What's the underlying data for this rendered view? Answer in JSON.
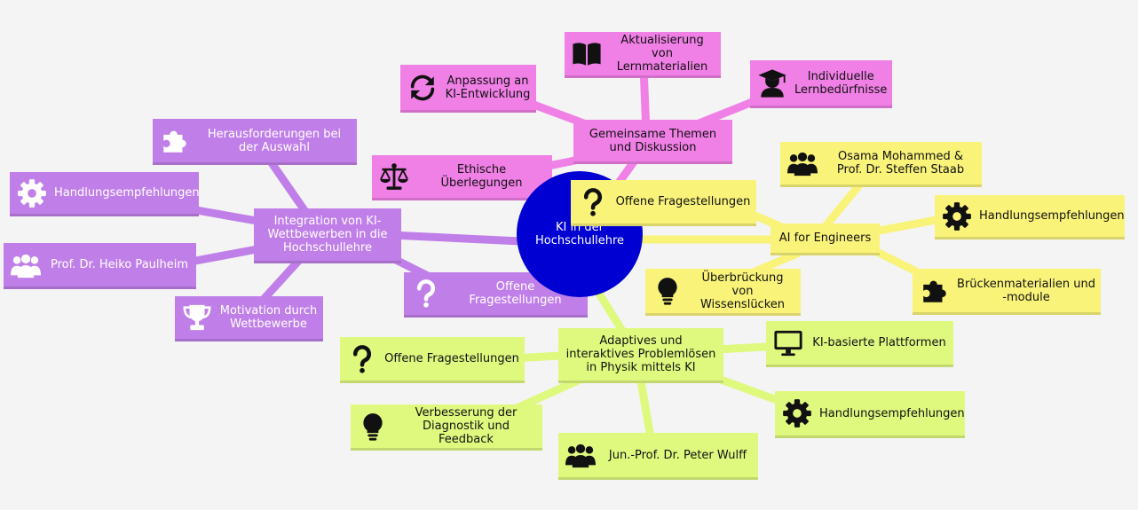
{
  "center": {
    "label": "KI in der Hochschullehre"
  },
  "colors": {
    "center": "#0000d2",
    "pink": "#f07fe6",
    "purple": "#c07fe8",
    "yellow": "#f9f37a",
    "green": "#dff97f"
  },
  "branches": {
    "pink": {
      "hub": "Gemeinsame Themen und Diskussion",
      "children": [
        {
          "label": "Anpassung an KI-Entwicklung",
          "icon": "refresh-icon"
        },
        {
          "label": "Aktualisierung von Lernmaterialien",
          "icon": "book-icon"
        },
        {
          "label": "Individuelle Lernbedürfnisse",
          "icon": "graduate-icon"
        },
        {
          "label": "Ethische Überlegungen",
          "icon": "scales-icon"
        }
      ]
    },
    "purple": {
      "hub": "Integration von KI-Wettbewerben in die Hochschullehre",
      "children": [
        {
          "label": "Herausforderungen bei der Auswahl",
          "icon": "puzzle-icon"
        },
        {
          "label": "Handlungsempfehlungen",
          "icon": "gear-icon"
        },
        {
          "label": "Prof. Dr. Heiko Paulheim",
          "icon": "people-icon"
        },
        {
          "label": "Motivation durch Wettbewerbe",
          "icon": "trophy-icon"
        },
        {
          "label": "Offene Fragestellungen",
          "icon": "question-icon"
        }
      ]
    },
    "yellow": {
      "hub": "AI for Engineers",
      "children": [
        {
          "label": "Osama Mohammed & Prof. Dr. Steffen Staab",
          "icon": "people-icon"
        },
        {
          "label": "Offene Fragestellungen",
          "icon": "question-icon"
        },
        {
          "label": "Handlungsempfehlungen",
          "icon": "gear-icon"
        },
        {
          "label": "Brückenmaterialien und -module",
          "icon": "puzzle-icon"
        },
        {
          "label": "Überbrückung von Wissenslücken",
          "icon": "lightbulb-icon"
        }
      ]
    },
    "green": {
      "hub": "Adaptives und interaktives Problemlösen in Physik mittels KI",
      "children": [
        {
          "label": "Offene Fragestellungen",
          "icon": "question-icon"
        },
        {
          "label": "KI-basierte Plattformen",
          "icon": "monitor-icon"
        },
        {
          "label": "Verbesserung der Diagnostik und Feedback",
          "icon": "lightbulb-icon"
        },
        {
          "label": "Handlungsempfehlungen",
          "icon": "gear-icon"
        },
        {
          "label": "Jun.-Prof. Dr. Peter Wulff",
          "icon": "people-icon"
        }
      ]
    }
  }
}
